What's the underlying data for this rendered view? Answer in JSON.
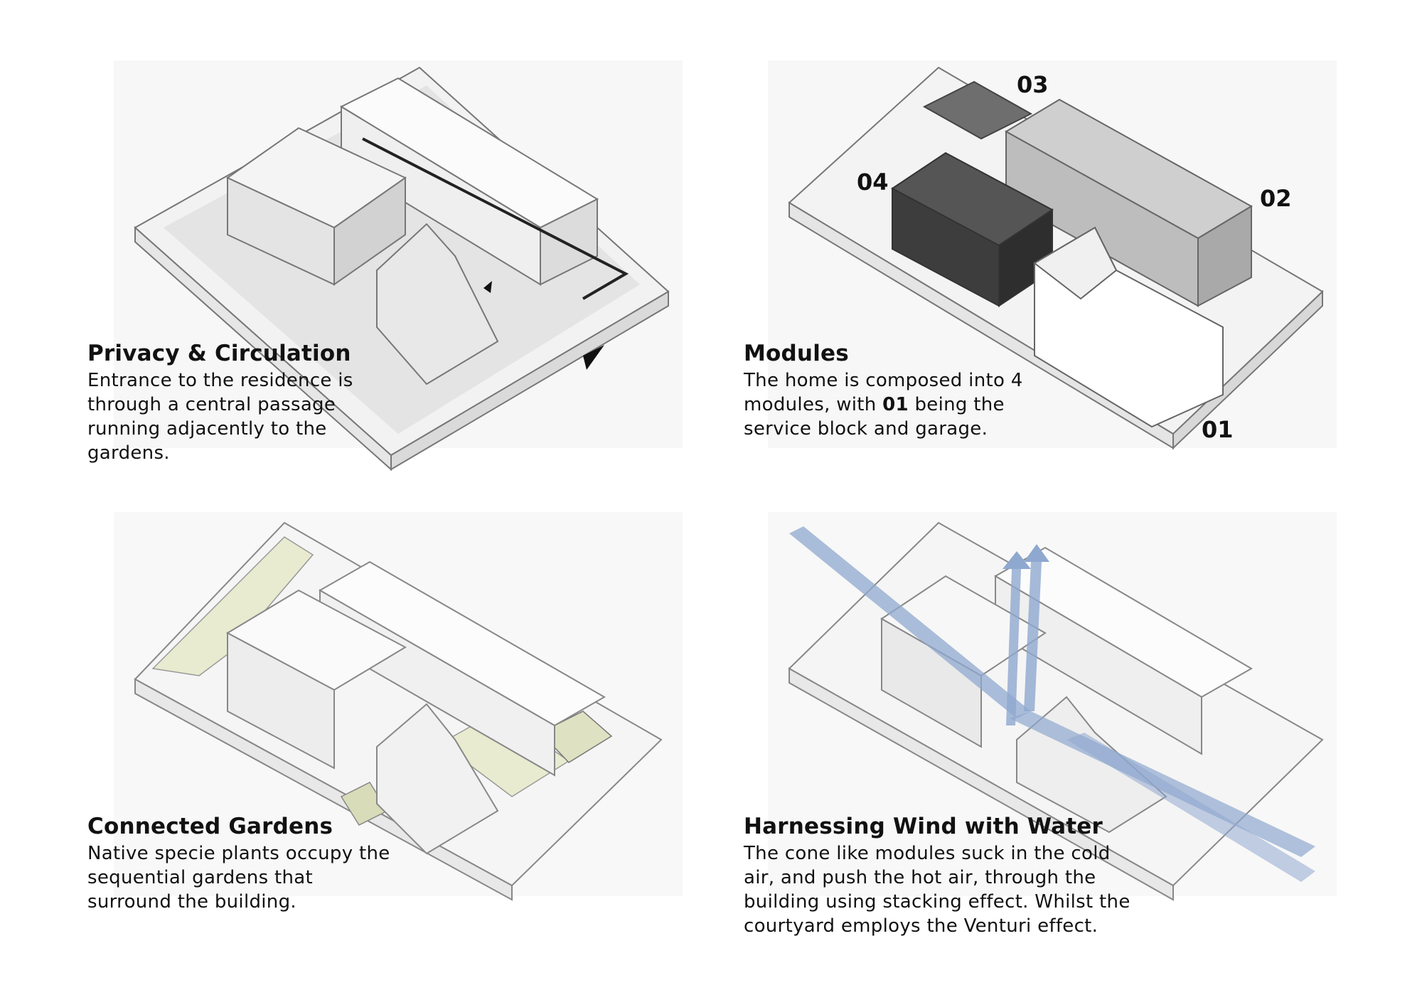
{
  "panels": [
    {
      "title": "Privacy & Circulation",
      "body": "Entrance to the residence is through a central passage running adjacently to the gardens."
    },
    {
      "title": "Modules",
      "body_parts": [
        "The home is composed into 4 modules, with ",
        "01",
        " being the service block and garage."
      ],
      "module_labels": [
        "01",
        "02",
        "03",
        "04"
      ]
    },
    {
      "title": "Connected Gardens",
      "body": "Native specie plants occupy the sequential gardens that surround the building."
    },
    {
      "title": "Harnessing Wind with Water",
      "body": "The cone like modules suck in the cold air, and push the hot air, through the building using stacking effect. Whilst the courtyard employs the Venturi effect."
    }
  ],
  "colors": {
    "line": "#6e6e6e",
    "shade": "#bcbcbc",
    "module_dark": "#3a3a3a",
    "garden": "#e8ebcf",
    "wind": "#8fa8cf"
  }
}
